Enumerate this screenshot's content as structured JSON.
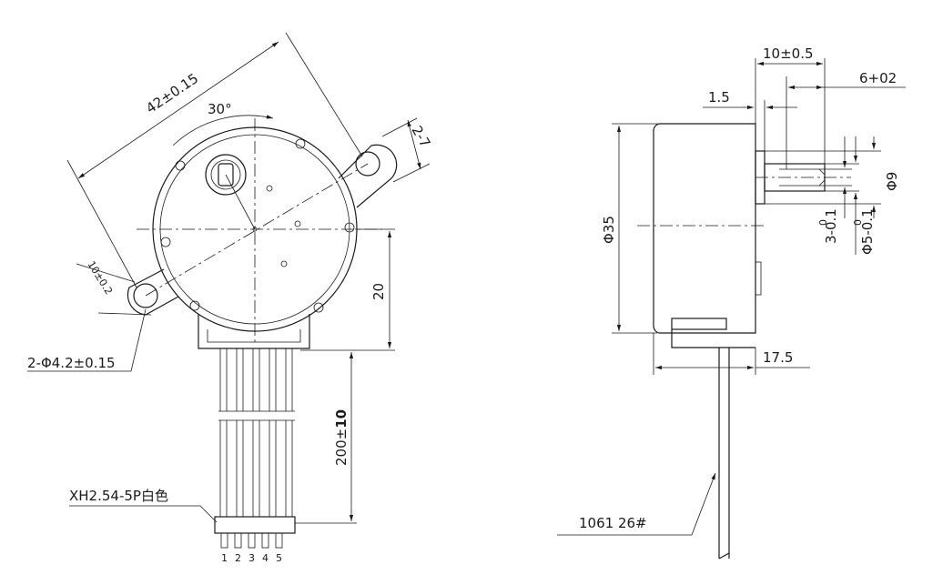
{
  "front_view": {
    "dim_hole_span": "42±0.15",
    "dim_angle": "30°",
    "dim_flange_thk": "2-7",
    "dim_ear_width": "10±0.2",
    "dim_holes": "2-Φ4.2±0.15",
    "dim_offset": "20",
    "dim_lead_len_prefix": "200±",
    "dim_lead_len_tol": "10",
    "connector_label": "XH2.54-5P白色",
    "pins": [
      "1",
      "2",
      "3",
      "4",
      "5"
    ]
  },
  "side_view": {
    "dim_shaft_len": "10±0.5",
    "dim_flat_len": "6+02",
    "dim_boss": "1.5",
    "dim_body_dia": "Φ35",
    "dim_boss_dia": "Φ9",
    "dim_flat": "3-0.1",
    "dim_flat_tol": "0",
    "dim_shaft_dia": "Φ5-0.1",
    "dim_shaft_tol": "0",
    "dim_depth": "17.5",
    "wire_label": "1061 26#"
  }
}
